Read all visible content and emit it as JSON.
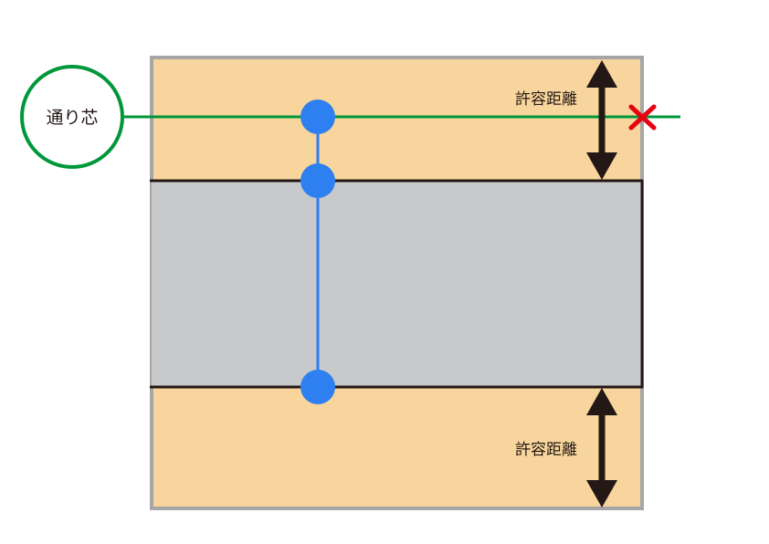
{
  "grid_line": {
    "label": "通り芯",
    "color": "#00973b"
  },
  "tolerance": {
    "top_label": "許容距離",
    "bottom_label": "許容距離",
    "zone_color": "#f8d59c",
    "arrow_color": "#231815"
  },
  "member": {
    "fill_color": "#c8c9ca",
    "edge_color": "#231815"
  },
  "frame_color": "#a6a6a6",
  "measure_color": "#2e7ff0",
  "invalid_mark": {
    "icon": "cross-icon",
    "color": "#e60012"
  }
}
